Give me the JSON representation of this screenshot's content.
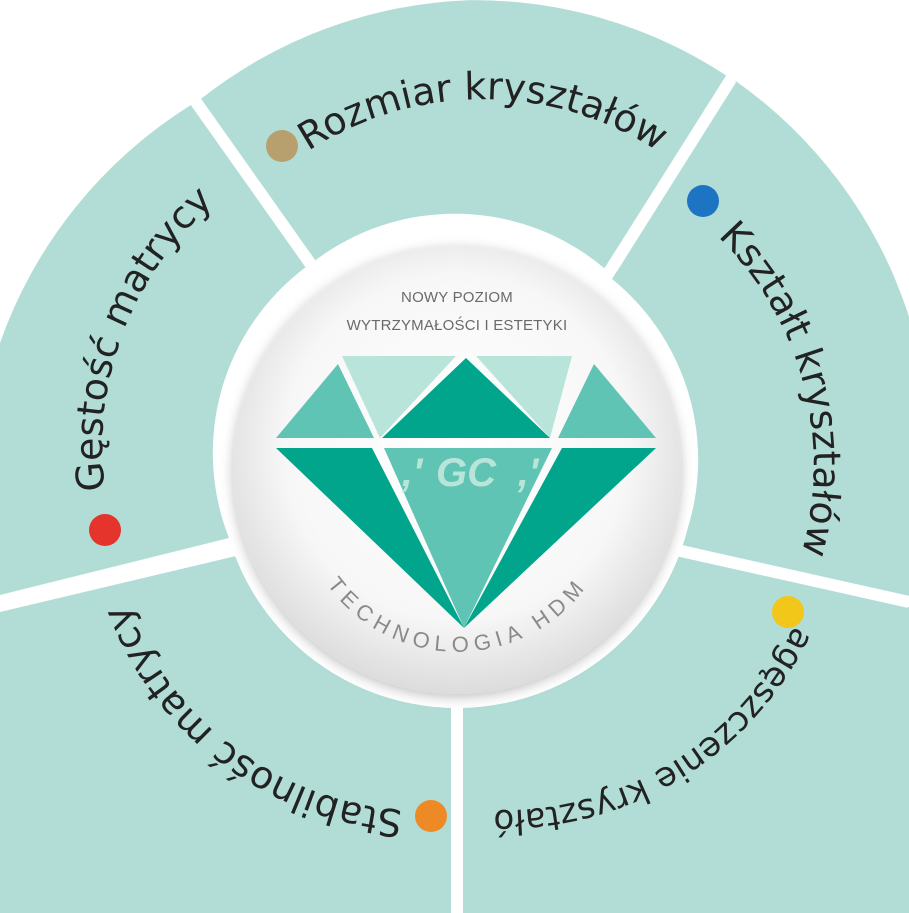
{
  "center": {
    "line1": "NOWY POZIOM",
    "line2": "WYTRZYMAŁOŚCI I ESTETYKI",
    "technology": "TECHNOLOGIA HDM",
    "logo": "GC"
  },
  "segments": [
    {
      "label": "Rozmiar kryształów",
      "dot_color": "#b8a06e"
    },
    {
      "label": "Kształt kryształów",
      "dot_color": "#1d74c2"
    },
    {
      "label": "Zagęszczenie kryształów",
      "dot_color": "#f2c71a"
    },
    {
      "label": "Stabilność matrycy",
      "dot_color": "#ee8a25"
    },
    {
      "label": "Gęstość matrycy",
      "dot_color": "#e5342c"
    }
  ],
  "colors": {
    "ring": "#b1ddd6",
    "separator": "#ffffff",
    "diamond_dark": "#00a58c",
    "diamond_mid": "#5fc4b3",
    "diamond_light": "#b9e4da"
  }
}
